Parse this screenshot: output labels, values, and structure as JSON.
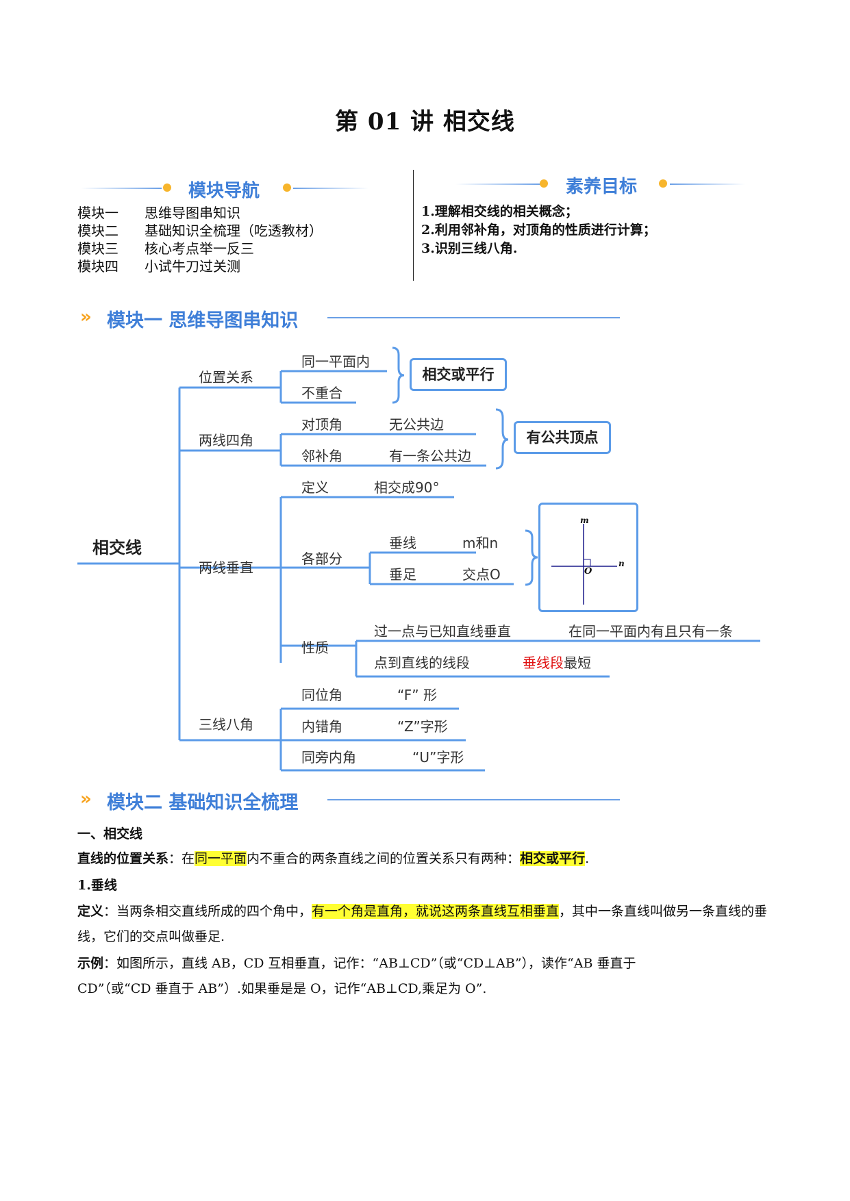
{
  "title": "第 01 讲  相交线",
  "nav": {
    "header": "模块导航",
    "items": [
      {
        "key": "模块一",
        "value": "思维导图串知识"
      },
      {
        "key": "模块二",
        "value": "基础知识全梳理（吃透教材）"
      },
      {
        "key": "模块三",
        "value": "核心考点举一反三"
      },
      {
        "key": "模块四",
        "value": "小试牛刀过关测"
      }
    ]
  },
  "goals": {
    "header": "素养目标",
    "items": [
      "1.理解相交线的相关概念；",
      "2.利用邻补角，对顶角的性质进行计算；",
      "3.识别三线八角."
    ]
  },
  "module1": {
    "title": "模块一 思维导图串知识",
    "icon": "»"
  },
  "mindmap": {
    "root": "相交线",
    "b1": {
      "label": "位置关系",
      "c1": "同一平面内",
      "c2": "不重合",
      "box": "相交或平行"
    },
    "b2": {
      "label": "两线四角",
      "c1": "对顶角",
      "c1n": "无公共边",
      "c2": "邻补角",
      "c2n": "有一条公共边",
      "box": "有公共顶点"
    },
    "b3": {
      "label": "两线垂直",
      "def": "定义",
      "defn": "相交成90°",
      "parts": "各部分",
      "p1": "垂线",
      "p1n": "m和n",
      "p2": "垂足",
      "p2n": "交点O",
      "fig_m": "m",
      "fig_n": "n",
      "fig_o": "O",
      "prop": "性质",
      "pr1": "过一点与已知直线垂直",
      "pr1n": "在同一平面内有且只有一条",
      "pr2": "点到直线的线段",
      "pr2red": "垂线段",
      "pr2n": "最短"
    },
    "b4": {
      "label": "三线八角",
      "c1": "同位角",
      "c1n": "“F” 形",
      "c2": "内错角",
      "c2n": "“Z”字形",
      "c3": "同旁内角",
      "c3n": "“U”字形"
    }
  },
  "module2": {
    "title": "模块二 基础知识全梳理",
    "icon": "»"
  },
  "content": {
    "h1": "一、相交线",
    "pos_label": "直线的位置关系",
    "pos_a": "：在",
    "pos_hl": "同一平面",
    "pos_b": "内不重合的两条直线之间的位置关系只有两种：",
    "pos_hl2": "相交或平行",
    "pos_end": ".",
    "h2": "1.垂线",
    "def_label": "定义",
    "def_a": "：当两条相交直线所成的四个角中，",
    "def_hl": "有一个角是直角，就说这两条直线互相垂直",
    "def_b": "，其中一条直线叫做另一条直线的垂线，它们的交点叫做垂足.",
    "ex_label": "示例",
    "ex_line1": "：如图所示，直线 AB，CD 互相垂直，记作：“AB⊥CD”（或“CD⊥AB”），读作“AB 垂直于",
    "ex_line2": "CD”（或“CD 垂直于 AB”）.如果垂是是 O，记作“AB⊥CD,乘足为 O”."
  }
}
